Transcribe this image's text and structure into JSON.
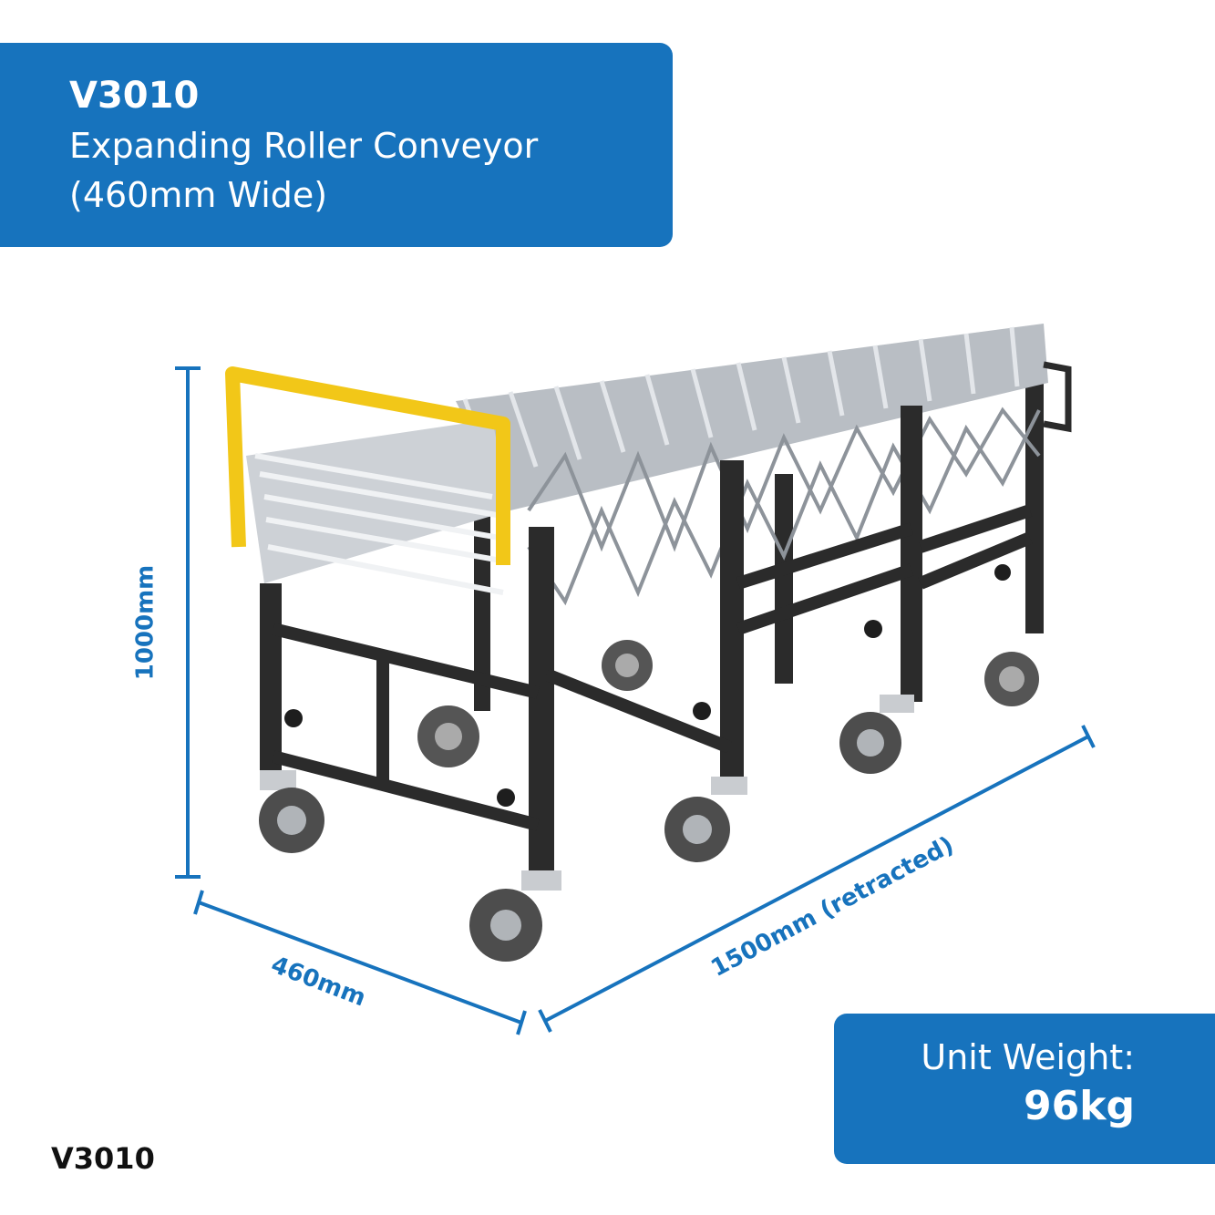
{
  "header": {
    "code": "V3010",
    "name_line1": "Expanding Roller Conveyor",
    "name_line2": "(460mm Wide)"
  },
  "dimensions": {
    "height": "1000mm",
    "width": "460mm",
    "length": "1500mm (retracted)"
  },
  "weight": {
    "label": "Unit Weight:",
    "value": "96kg"
  },
  "footer": {
    "code": "V3010"
  },
  "colors": {
    "brand_blue": "#1773bd",
    "handle_yellow": "#f2c718",
    "frame_black": "#2a2a2a",
    "roller_silver": "#c8ccd1"
  }
}
